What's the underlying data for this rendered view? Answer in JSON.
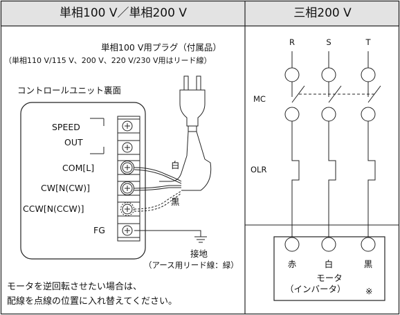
{
  "headers": {
    "single_phase": "単相100 V／単相200 V",
    "three_phase": "三相200 V"
  },
  "plug": {
    "title": "単相100 V用プラグ（付属品）",
    "subtitle": "（単相110 V/115 V、200 V、220 V/230 V用はリード線）"
  },
  "control_unit": {
    "title": "コントロールユニット裏面",
    "terminals": [
      "SPEED",
      "OUT",
      "COM[L]",
      "CW[N(CW)]",
      "CCW[N(CCW)]",
      "FG"
    ]
  },
  "wire_labels": {
    "white": "白",
    "black": "黒"
  },
  "ground": {
    "label": "接地",
    "note": "（アース用リード線：緑）"
  },
  "reverse_note": {
    "line1": "モータを逆回転させたい場合は、",
    "line2": "配線を点線の位置に入れ替えてください。"
  },
  "three_phase": {
    "phases": [
      "R",
      "S",
      "T"
    ],
    "mc_label": "MC",
    "olr_label": "OLR",
    "motor_wires": [
      "赤",
      "白",
      "黒"
    ],
    "motor_label": "モータ",
    "inverter_label": "（インバータ）",
    "note_mark": "※"
  }
}
